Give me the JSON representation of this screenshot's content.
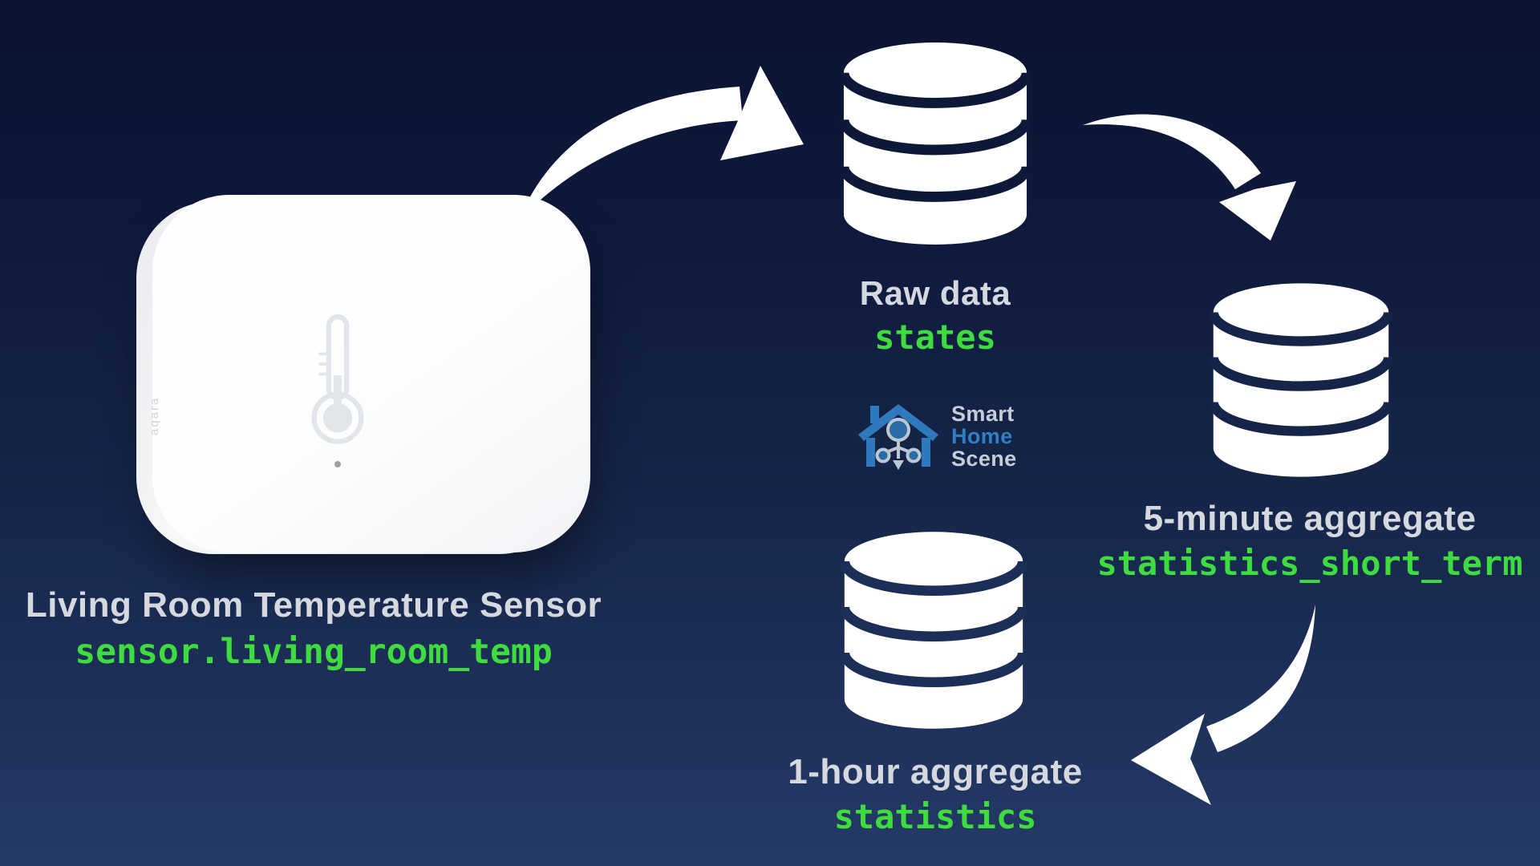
{
  "sensor": {
    "label": "Living Room Temperature Sensor",
    "entity_id": "sensor.living_room_temp",
    "brand": "aqara"
  },
  "flow": {
    "raw": {
      "title": "Raw data",
      "table": "states"
    },
    "short_term": {
      "title": "5-minute aggregate",
      "table": "statistics_short_term"
    },
    "long_term": {
      "title": "1-hour aggregate",
      "table": "statistics"
    }
  },
  "logo": {
    "word1": "Smart",
    "word2": "Home",
    "word3": "Scene"
  },
  "colors": {
    "background_top": "#0a1331",
    "background_bottom": "#243a66",
    "table_green": "#3edc3e",
    "label_gray": "#d5d9df",
    "logo_blue": "#2f7fc4",
    "logo_gray": "#c6cdd6",
    "icon_white": "#ffffff",
    "device_white": "#fdfdfe"
  }
}
